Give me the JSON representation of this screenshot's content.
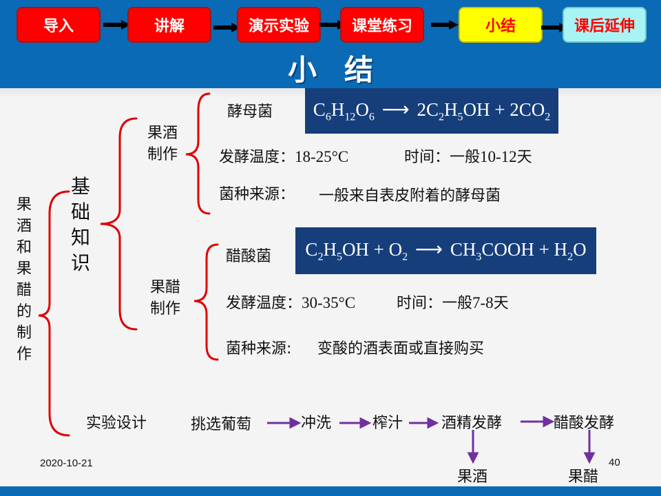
{
  "nav": {
    "items": [
      {
        "label": "导入"
      },
      {
        "label": "讲解"
      },
      {
        "label": "演示实验"
      },
      {
        "label": "课堂练习"
      },
      {
        "label": "小结"
      },
      {
        "label": "课后延伸"
      }
    ]
  },
  "title": "小结",
  "tree": {
    "root": "果酒和果醋的制作",
    "basics": "基础知识",
    "wine": {
      "label": "果酒制作",
      "organism": "酵母菌",
      "formula": "C6H12O6 → 2C2H5OH + 2CO2",
      "temp_label": "发酵温度：",
      "temp_value": "18-25°C",
      "time_label": "时间：一般",
      "time_value": "10-12",
      "time_unit": "天",
      "source_label": "菌种来源：",
      "source_value": "一般来自表皮附着的酵母菌"
    },
    "vinegar": {
      "label": "果醋制作",
      "organism": "醋酸菌",
      "formula": "C2H5OH + O2 → CH3COOH + H2O",
      "temp_label": "发酵温度：",
      "temp_value": "30-35°C",
      "time_label": "时间：一般",
      "time_value": "7-8",
      "time_unit": "天",
      "source_label": "菌种来源:",
      "source_value": "变酸的酒表面或直接购买"
    },
    "experiment": {
      "label": "实验设计",
      "steps": [
        "挑选葡萄",
        "冲洗",
        "榨汁",
        "酒精发酵",
        "醋酸发酵"
      ],
      "outputs": [
        "果酒",
        "果醋"
      ]
    }
  },
  "footer": {
    "date": "2020-10-21",
    "page": "40"
  },
  "colors": {
    "header_blue": "#0a6ab5",
    "brace_red": "#e00000",
    "flow_arrow": "#7030a0",
    "formula_bg": "#163e7a"
  }
}
